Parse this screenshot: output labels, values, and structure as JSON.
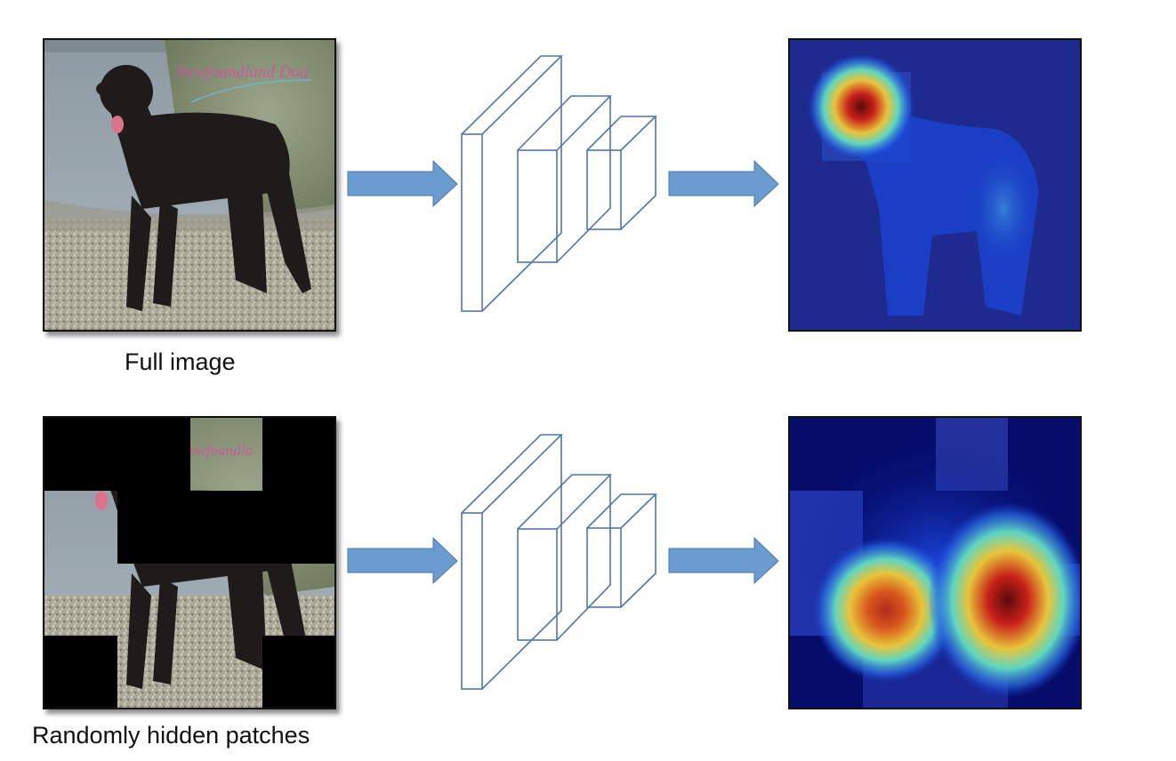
{
  "rows": [
    {
      "id": "full",
      "caption": "Full image",
      "input_image": {
        "subject": "black Newfoundland dog standing on pebble beach",
        "watermark_text": "Newfoundland Dog",
        "hidden_patches": []
      },
      "heatmap": {
        "hotspots": [
          {
            "label": "head",
            "cx": 0.24,
            "cy": 0.22,
            "r": 0.14,
            "intensity": 1.0
          }
        ]
      }
    },
    {
      "id": "hidden",
      "caption": "Randomly hidden patches",
      "input_image": {
        "subject": "same dog image with black occluding patches",
        "watermark_text": "ewfoundla",
        "grid": "4x4",
        "hidden_patches": [
          [
            0,
            0
          ],
          [
            0,
            1
          ],
          [
            0,
            3
          ],
          [
            1,
            1
          ],
          [
            1,
            2
          ],
          [
            1,
            3
          ],
          [
            3,
            0
          ],
          [
            3,
            3
          ]
        ]
      },
      "heatmap": {
        "hotspots": [
          {
            "label": "front-legs",
            "cx": 0.32,
            "cy": 0.66,
            "r": 0.13,
            "intensity": 0.85
          },
          {
            "label": "hind-legs",
            "cx": 0.75,
            "cy": 0.63,
            "r": 0.15,
            "intensity": 1.0
          }
        ]
      }
    }
  ],
  "colors": {
    "arrow_fill": "#6a9ccf",
    "arrow_stroke": "#4a76a8",
    "cnn_stroke": "#4f77a8",
    "heatmap_base": "#0a1a8a",
    "frame_border": "#111111"
  },
  "icons": {
    "arrow": "right-block-arrow",
    "network": "cnn-layers-icon"
  }
}
